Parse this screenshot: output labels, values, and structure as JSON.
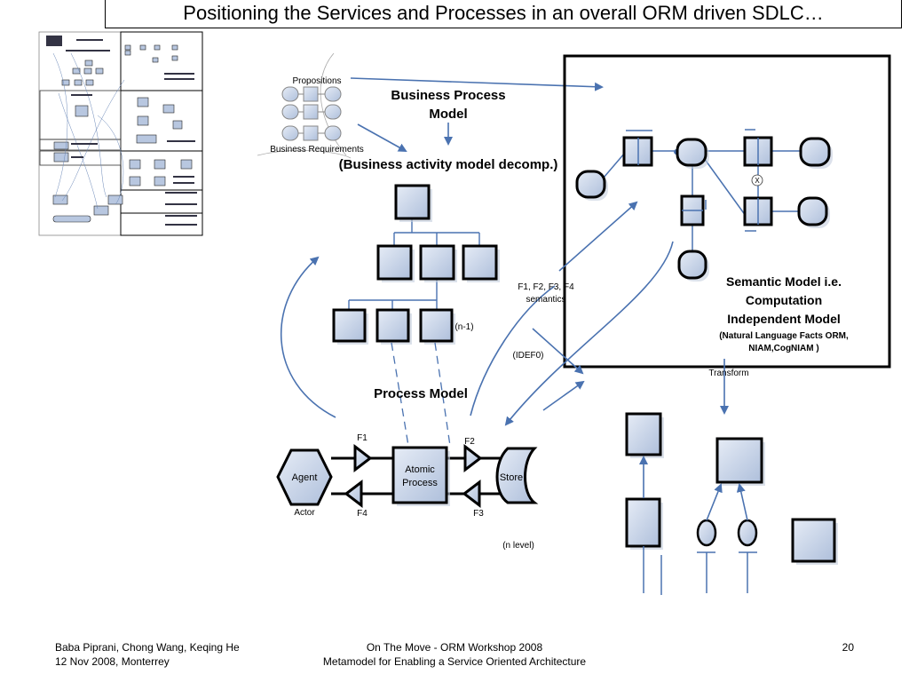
{
  "title": "Positioning the Services and Processes in an overall ORM driven SDLC…",
  "business": {
    "propositions": "Propositions",
    "requirements": "Business Requirements",
    "bpm_line1": "Business Process",
    "bpm_line2": "Model",
    "decomp": "(Business activity model decomp.)",
    "n_minus_1": "(n-1)",
    "process_model": "Process Model"
  },
  "process": {
    "agent": "Agent",
    "actor": "Actor",
    "atomic_line1": "Atomic",
    "atomic_line2": "Process",
    "store": "Store",
    "f1": "F1",
    "f2": "F2",
    "f3": "F3",
    "f4": "F4",
    "n_level": "(n level)"
  },
  "semantic": {
    "line1": "Semantic Model i.e.",
    "line2": "Computation",
    "line3": "Independent Model",
    "line4": "(Natural Language Facts ORM,",
    "line5": "NIAM,CogNIAM )",
    "x_marker": "X"
  },
  "annotations": {
    "semantics_line1": "F1, F2, F3, F4",
    "semantics_line2": "semantics",
    "idef0": "(IDEF0)",
    "transform": "Transform"
  },
  "footer": {
    "authors": "Baba Piprani, Chong Wang, Keqing He",
    "date_place": "12 Nov 2008, Monterrey",
    "event": "On The Move - ORM Workshop 2008",
    "paper": "Metamodel for Enabling a Service Oriented Architecture",
    "page": "20"
  },
  "colors": {
    "connector": "#4a72b0",
    "shape_fill": "#c9d6ea"
  }
}
